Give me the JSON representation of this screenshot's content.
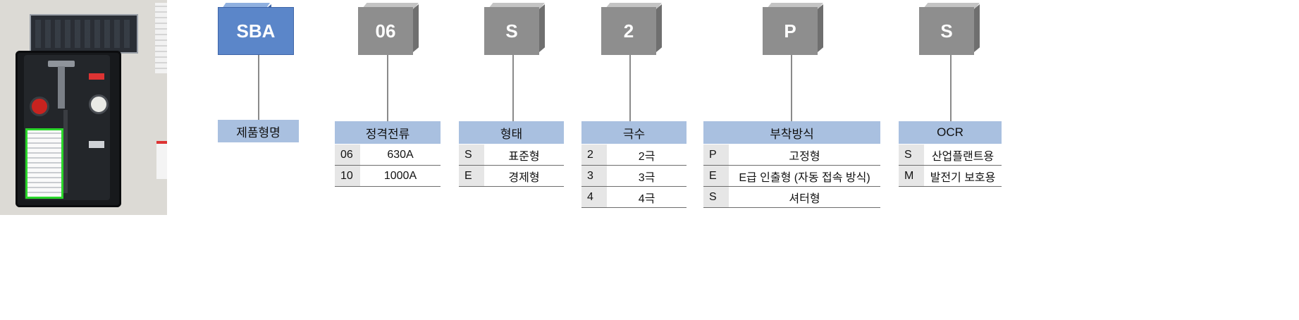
{
  "colors": {
    "accent_block": "#5b86c9",
    "gray_block": "#8e8e8e",
    "header_bg": "#a9c0e0",
    "code_cell_bg": "#e6e6e6"
  },
  "photo": {
    "description": ""
  },
  "blocks": [
    {
      "code": "SBA",
      "header": "제품형명",
      "rows": []
    },
    {
      "code": "06",
      "header": "정격전류",
      "rows": [
        {
          "code": "06",
          "desc": "630A"
        },
        {
          "code": "10",
          "desc": "1000A"
        }
      ]
    },
    {
      "code": "S",
      "header": "형태",
      "rows": [
        {
          "code": "S",
          "desc": "표준형"
        },
        {
          "code": "E",
          "desc": "경제형"
        }
      ]
    },
    {
      "code": "2",
      "header": "극수",
      "rows": [
        {
          "code": "2",
          "desc": "2극"
        },
        {
          "code": "3",
          "desc": "3극"
        },
        {
          "code": "4",
          "desc": "4극"
        }
      ]
    },
    {
      "code": "P",
      "header": "부착방식",
      "rows": [
        {
          "code": "P",
          "desc": "고정형"
        },
        {
          "code": "E",
          "desc": "E급 인출형 (자동 접속 방식)"
        },
        {
          "code": "S",
          "desc": "셔터형"
        }
      ]
    },
    {
      "code": "S",
      "header": "OCR",
      "rows": [
        {
          "code": "S",
          "desc": "산업플랜트용"
        },
        {
          "code": "M",
          "desc": "발전기 보호용"
        }
      ]
    }
  ]
}
